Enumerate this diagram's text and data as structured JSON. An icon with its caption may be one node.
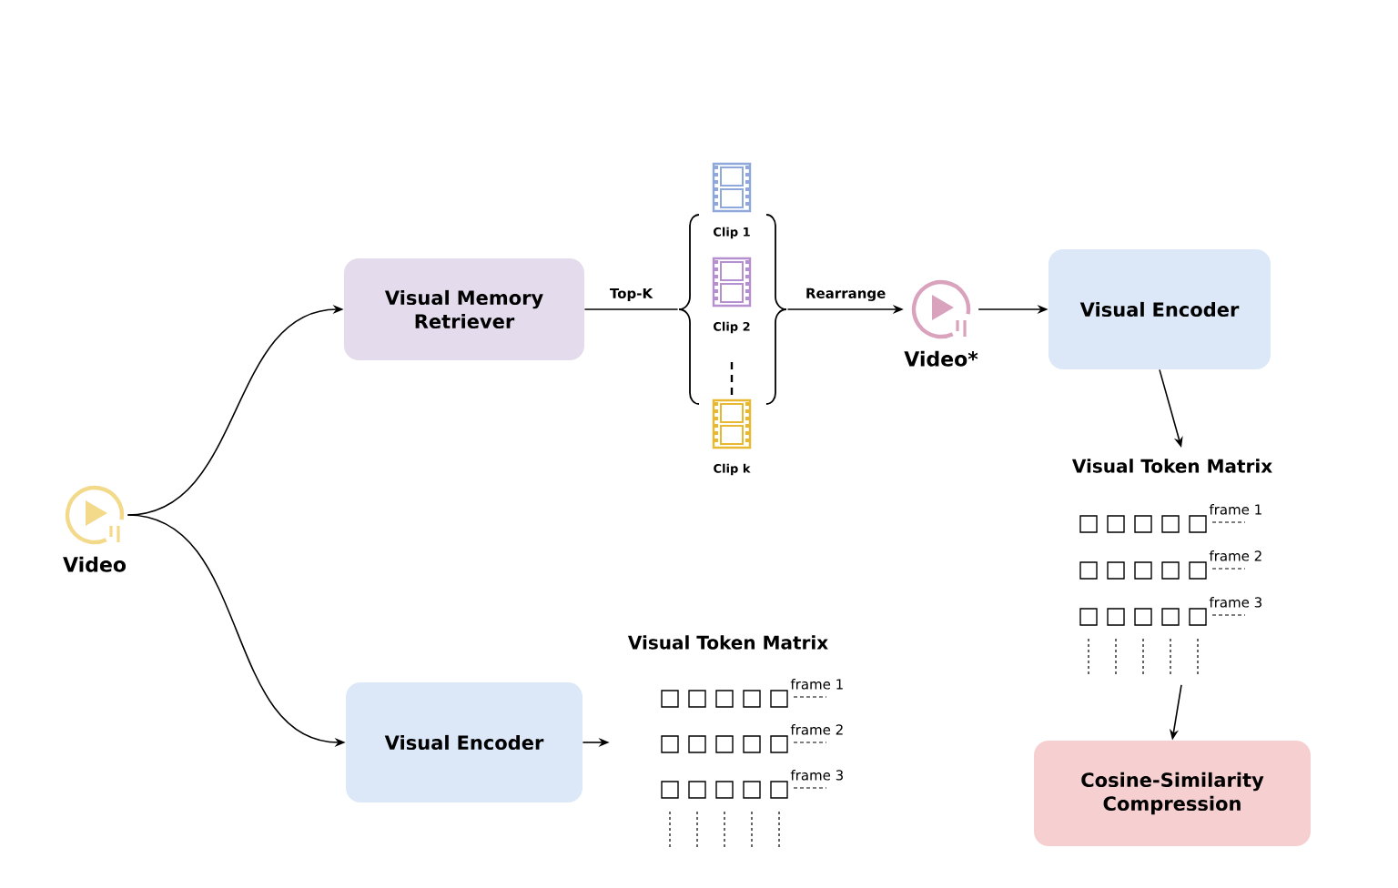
{
  "diagram": {
    "nodes": [
      {
        "text": [
          "Video"
        ]
      },
      {
        "text": [
          "Visual Memory Retriever"
        ]
      },
      {
        "text": [
          "Clip 1",
          "Clip 2",
          "Clip k"
        ]
      },
      {
        "text": [
          "Video*"
        ]
      },
      {
        "text": [
          "Visual Encoder"
        ]
      },
      {
        "text": [
          "Visual Token Matrix",
          "frame 1",
          "frame 2",
          "frame 3"
        ]
      },
      {
        "text": [
          "Cosine-Similarity Compression"
        ]
      },
      {
        "text": [
          "Visual Encoder"
        ]
      },
      {
        "text": [
          "Visual Token Matrix",
          "frame 1",
          "frame 2",
          "frame 3"
        ]
      }
    ],
    "edges": [
      {
        "from": 0,
        "to": 1,
        "arrow": "to"
      },
      {
        "from": 0,
        "to": 7,
        "arrow": "to"
      },
      {
        "from": 1,
        "to": 2,
        "arrow": "none",
        "label": "Top-K"
      },
      {
        "from": 2,
        "to": 3,
        "arrow": "to",
        "label": "Rearrange"
      },
      {
        "from": 3,
        "to": 4,
        "arrow": "to"
      },
      {
        "from": 4,
        "to": 5,
        "arrow": "to"
      },
      {
        "from": 5,
        "to": 6,
        "arrow": "to"
      },
      {
        "from": 7,
        "to": 8,
        "arrow": "to"
      }
    ]
  }
}
